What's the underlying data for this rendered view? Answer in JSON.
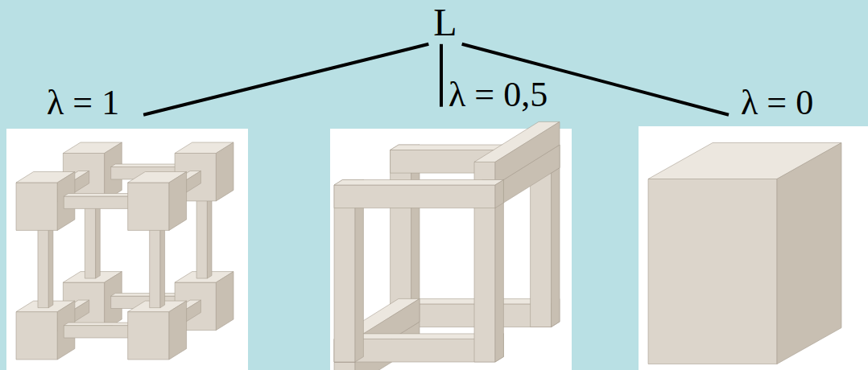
{
  "diagram": {
    "nodes": [
      {
        "text": [
          "L"
        ]
      },
      {
        "text": [
          "λ = 1"
        ]
      },
      {
        "text": [
          "λ = 0,5"
        ]
      },
      {
        "text": [
          "λ = 0"
        ]
      }
    ],
    "edges": [
      {
        "from": 0,
        "to": 1,
        "arrow": "none"
      },
      {
        "from": 0,
        "to": 2,
        "arrow": "none"
      },
      {
        "from": 0,
        "to": 3,
        "arrow": "none"
      }
    ]
  }
}
